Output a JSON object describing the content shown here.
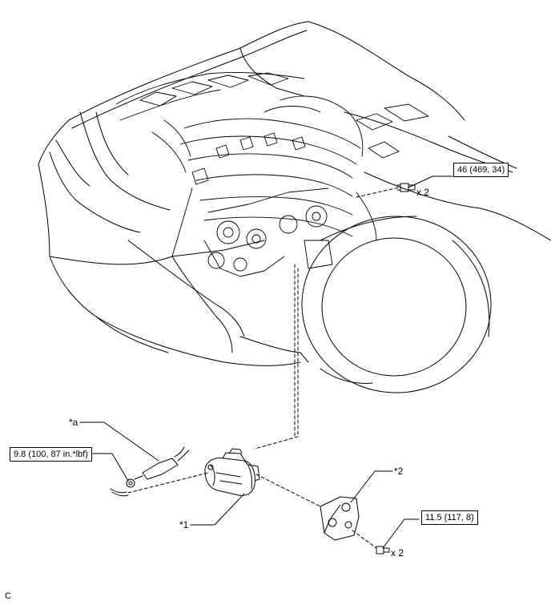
{
  "torque_specs": {
    "bolt_upper": "46 (469, 34)",
    "nut_wire": "9.8 (100, 87 in.*lbf)",
    "bolt_lower": "11.5 (117, 8)"
  },
  "quantities": {
    "bolt_upper": "x 2",
    "bolt_lower": "x 2"
  },
  "callouts": {
    "starter": "*1",
    "bracket": "*2",
    "wire": "*a"
  },
  "figure_code": "C"
}
